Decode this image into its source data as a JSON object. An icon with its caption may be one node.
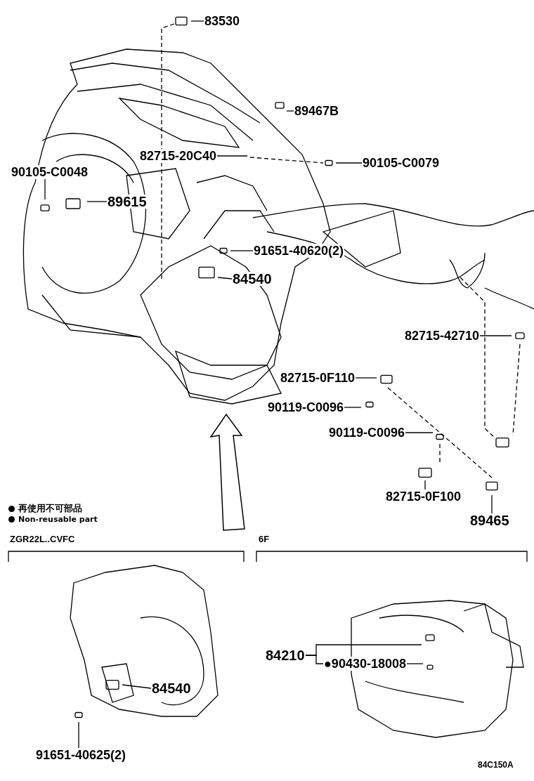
{
  "diagram": {
    "nodes": [
      {
        "text": [
          "83530"
        ]
      },
      {
        "text": [
          "89467B"
        ]
      },
      {
        "text": [
          "82715-20C40"
        ]
      },
      {
        "text": [
          "90105-C0079"
        ]
      },
      {
        "text": [
          "90105-C0048"
        ]
      },
      {
        "text": [
          "89615"
        ]
      },
      {
        "text": [
          "91651-40620(2)"
        ]
      },
      {
        "text": [
          "84540"
        ]
      },
      {
        "text": [
          "82715-42710"
        ]
      },
      {
        "text": [
          "82715-0F110"
        ]
      },
      {
        "text": [
          "90119-C0096"
        ]
      },
      {
        "text": [
          "90119-C0096"
        ]
      },
      {
        "text": [
          "82715-0F100"
        ]
      },
      {
        "text": [
          "89465"
        ]
      },
      {
        "text": [
          "84540"
        ]
      },
      {
        "text": [
          "91651-40625(2)"
        ]
      },
      {
        "text": [
          "84210"
        ]
      },
      {
        "text": [
          "●90430-18008"
        ]
      }
    ],
    "edges": [
      {
        "from": 0,
        "to": null,
        "arrow": "none"
      },
      {
        "from": 1,
        "to": null,
        "arrow": "none"
      },
      {
        "from": 2,
        "to": null,
        "arrow": "none"
      },
      {
        "from": 3,
        "to": null,
        "arrow": "none"
      },
      {
        "from": 4,
        "to": null,
        "arrow": "none"
      },
      {
        "from": 5,
        "to": null,
        "arrow": "none"
      },
      {
        "from": 6,
        "to": null,
        "arrow": "none"
      },
      {
        "from": 7,
        "to": null,
        "arrow": "none"
      },
      {
        "from": 8,
        "to": null,
        "arrow": "none"
      },
      {
        "from": 9,
        "to": null,
        "arrow": "none"
      },
      {
        "from": 10,
        "to": null,
        "arrow": "none"
      },
      {
        "from": 11,
        "to": null,
        "arrow": "none"
      },
      {
        "from": 12,
        "to": null,
        "arrow": "none"
      },
      {
        "from": 13,
        "to": null,
        "arrow": "none"
      },
      {
        "from": 14,
        "to": null,
        "arrow": "none"
      },
      {
        "from": 15,
        "to": null,
        "arrow": "none"
      },
      {
        "from": 16,
        "to": null,
        "arrow": "none"
      },
      {
        "from": 16,
        "to": 17,
        "arrow": "none"
      },
      {
        "from": 17,
        "to": null,
        "arrow": "none"
      }
    ],
    "labels": [
      "ZGR22L..CVFC",
      "6F",
      "84C150A"
    ],
    "legend": [
      {
        "text": "再使用不可部品"
      },
      {
        "text": "Non-reusable part"
      }
    ]
  }
}
